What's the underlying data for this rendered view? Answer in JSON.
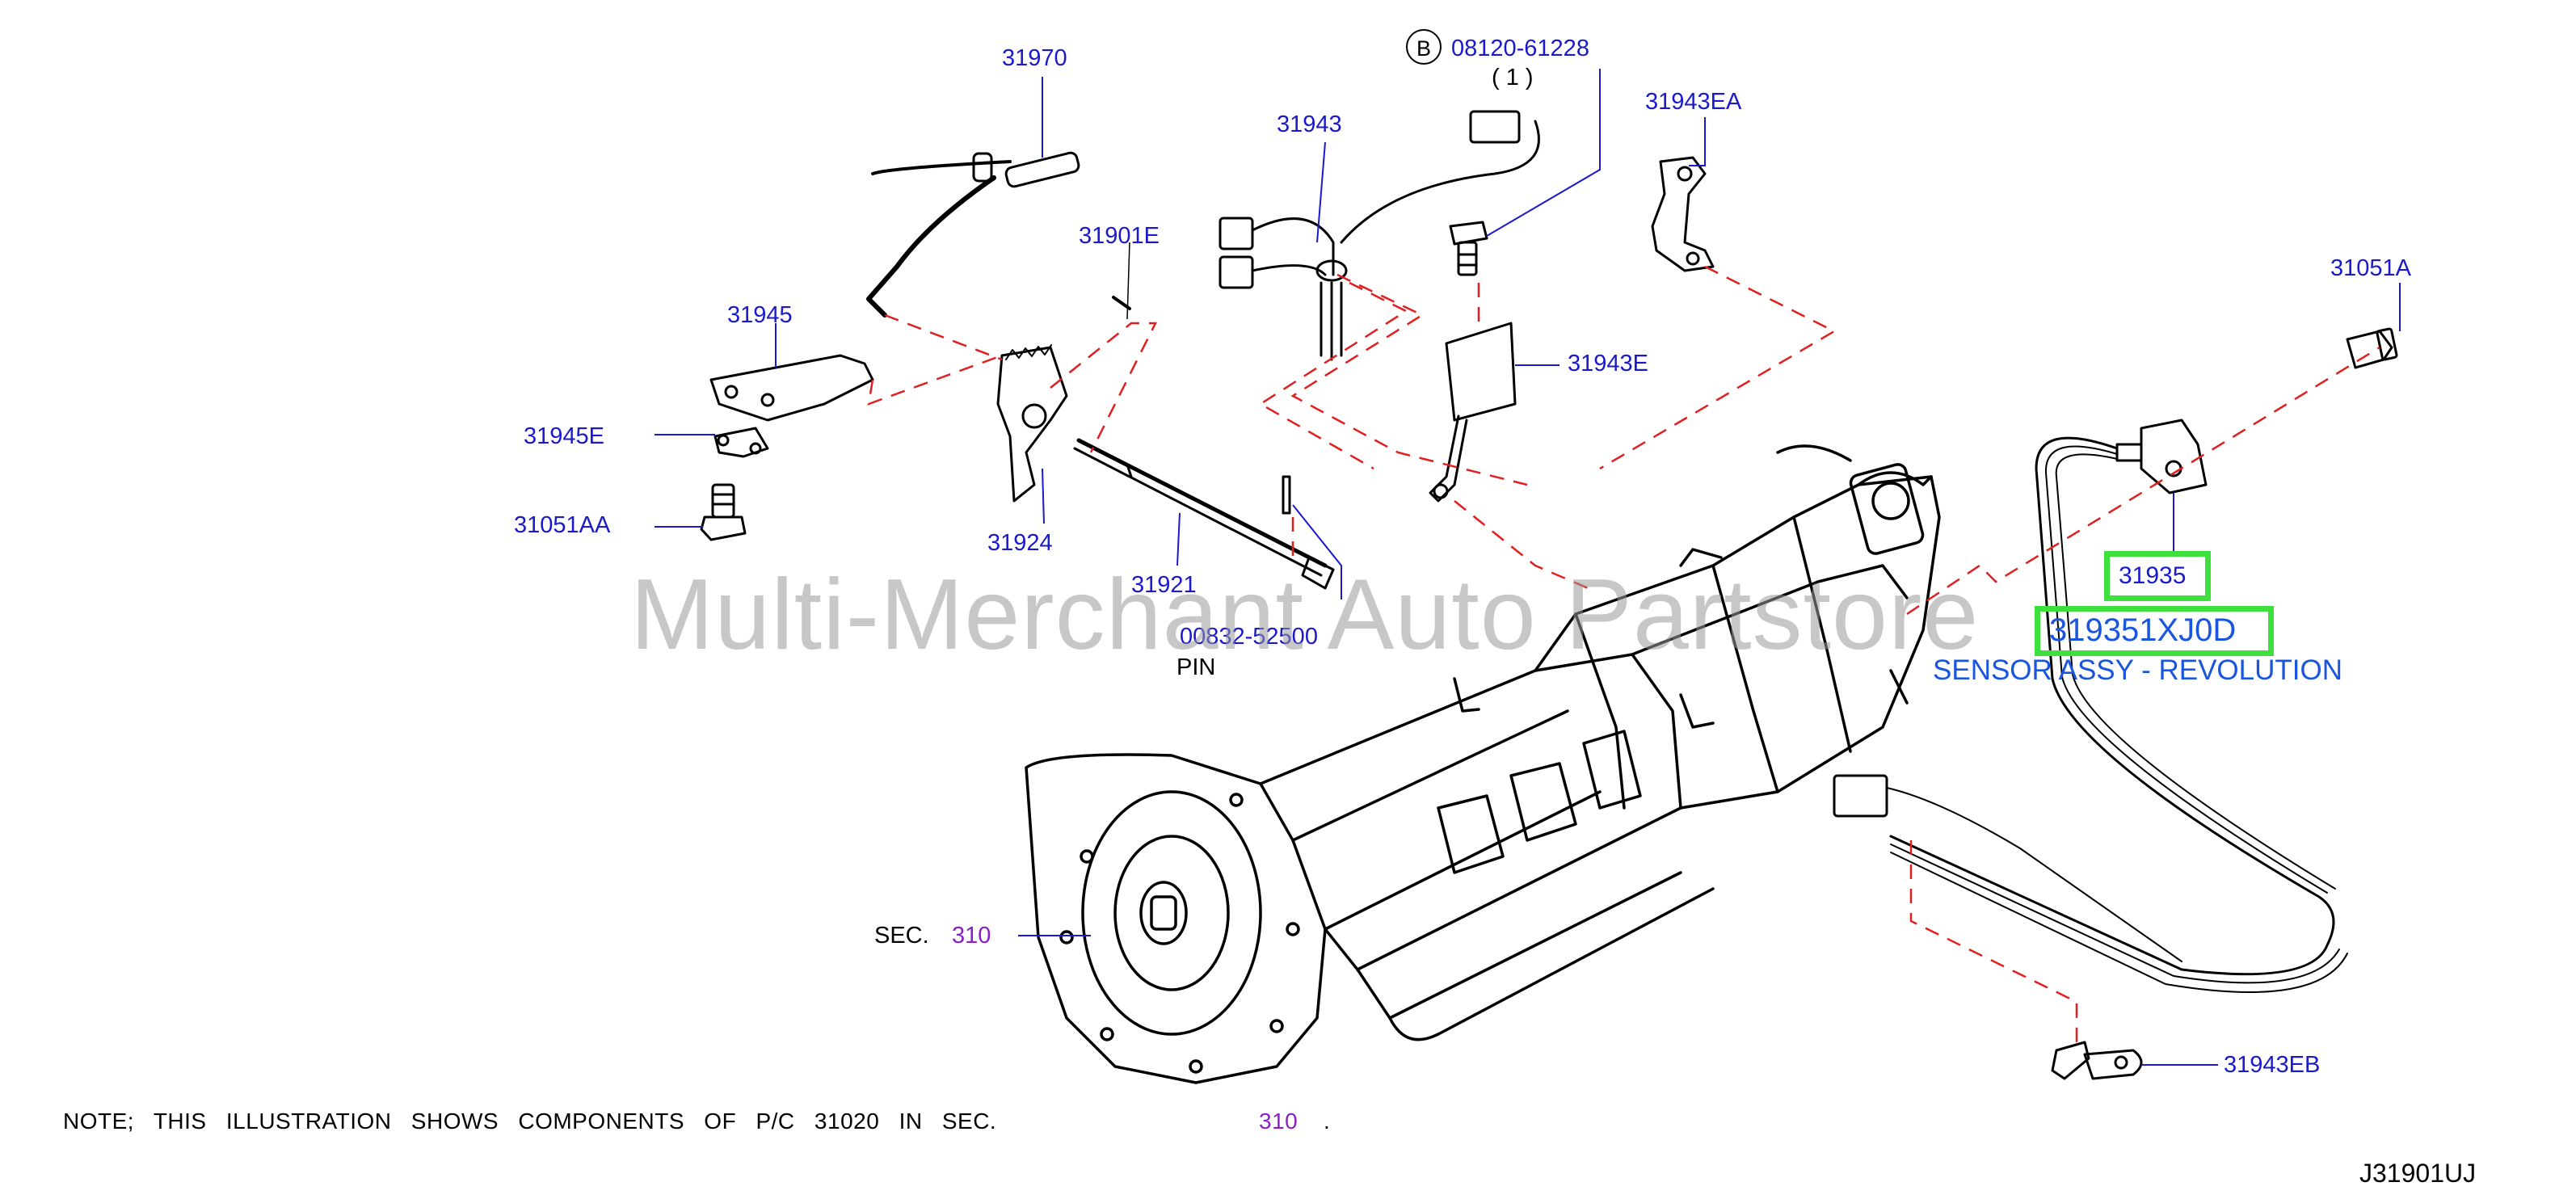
{
  "parts": {
    "p31970": "31970",
    "p31943": "31943",
    "p08120": "08120-61228",
    "qty": "( 1 )",
    "b_marker": "B",
    "p31943EA": "31943EA",
    "p31901E": "31901E",
    "p31945": "31945",
    "p31943E": "31943E",
    "p31051A": "31051A",
    "p31945E": "31945E",
    "p31051AA": "31051AA",
    "p31924": "31924",
    "p31921": "31921",
    "p00832": "00832-52500",
    "pin": "PIN",
    "p31935": "31935",
    "p319351XJ0D": "319351XJ0D",
    "desc": "SENSOR ASSY - REVOLUTION",
    "sec_label": "SEC.",
    "sec_num": "310",
    "p31943EB": "31943EB"
  },
  "note": {
    "text": "NOTE;  THIS ILLUSTRATION SHOWS COMPONENTS OF P/C 31020 IN SEC.",
    "sec": "310",
    "dot": "."
  },
  "diagram_code": "J31901UJ",
  "watermark": "Multi-Merchant Auto Partstore",
  "colors": {
    "label_blue": "#1a1acc",
    "section_purple": "#8a1fc9",
    "highlight_green": "#3ee03e",
    "highlight_text_blue": "#1a55e0",
    "leader_red": "#e02020"
  }
}
